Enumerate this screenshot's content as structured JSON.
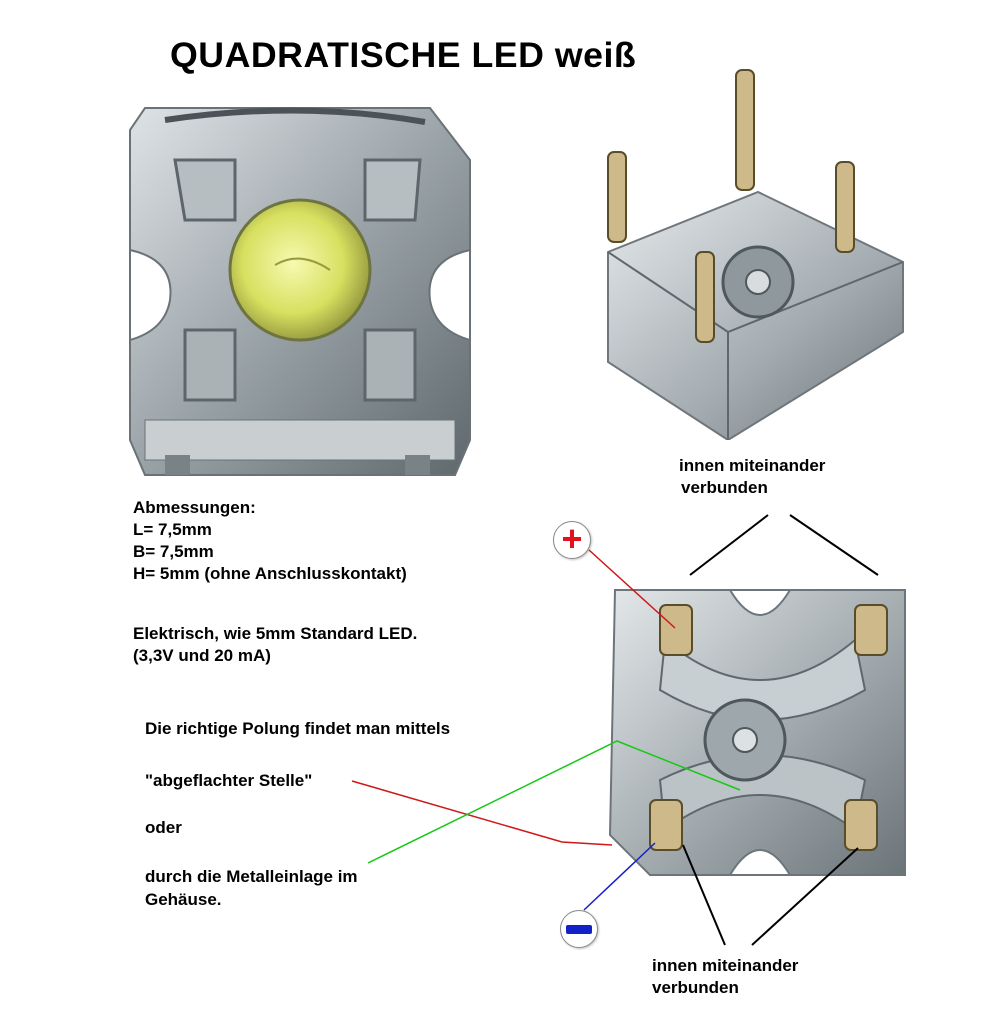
{
  "title": "QUADRATISCHE LED weiß",
  "dimensions": {
    "heading": "Abmessungen:",
    "length": "L= 7,5mm",
    "width": "B= 7,5mm",
    "height": "H= 5mm (ohne Anschlusskontakt)"
  },
  "electrical": {
    "line1": "Elektrisch, wie 5mm Standard LED.",
    "line2": "(3,3V und 20 mA)"
  },
  "polarity": {
    "line1": "Die richtige Polung findet man mittels",
    "line2": "\"abgeflachter Stelle\"",
    "line3": "oder",
    "line4": "durch die Metalleinlage im",
    "line5": "Gehäuse."
  },
  "top_note": {
    "line1": "innen miteinander",
    "line2": "verbunden"
  },
  "bottom_note": {
    "line1": "innen miteinander",
    "line2": "verbunden"
  },
  "signs": {
    "plus": "+",
    "minus": "−"
  },
  "colors": {
    "plus": "#e3101e",
    "minus": "#1420c8",
    "red_line": "#d01818",
    "green_line": "#18c818",
    "black_line": "#000000"
  },
  "icons": [
    "plus-icon",
    "minus-icon"
  ]
}
